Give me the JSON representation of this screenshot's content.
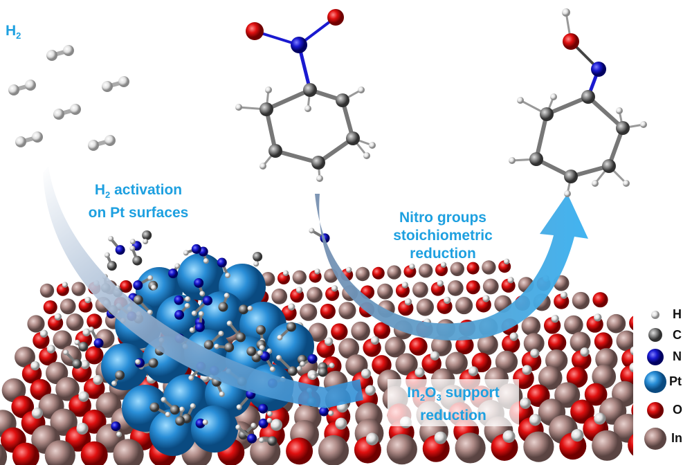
{
  "labels": {
    "h2": "H",
    "h2_sub": "2",
    "activation_line1_a": "H",
    "activation_line1_sub": "2",
    "activation_line1_b": " activation",
    "activation_line2": "on Pt surfaces",
    "nitro_line1": "Nitro groups",
    "nitro_line2": "stoichiometric",
    "nitro_line3": "reduction",
    "support_a": "In",
    "support_sub1": "2",
    "support_b": "O",
    "support_sub2": "3",
    "support_c": " support",
    "support_line2": "reduction"
  },
  "legend": [
    {
      "label": "H",
      "color": "#e8e8e8"
    },
    {
      "label": "C",
      "color": "#8a8a8a"
    },
    {
      "label": "N",
      "color": "#1a1ad0"
    },
    {
      "label": "Pt",
      "color": "#2a8fd8"
    },
    {
      "label": "O",
      "color": "#e01010"
    },
    {
      "label": "In",
      "color": "#b08c88"
    }
  ],
  "colors": {
    "accent": "#1ea0e0",
    "oxygen": "#e01010",
    "indium": "#b08c88",
    "platinum": "#2a8fd8"
  }
}
